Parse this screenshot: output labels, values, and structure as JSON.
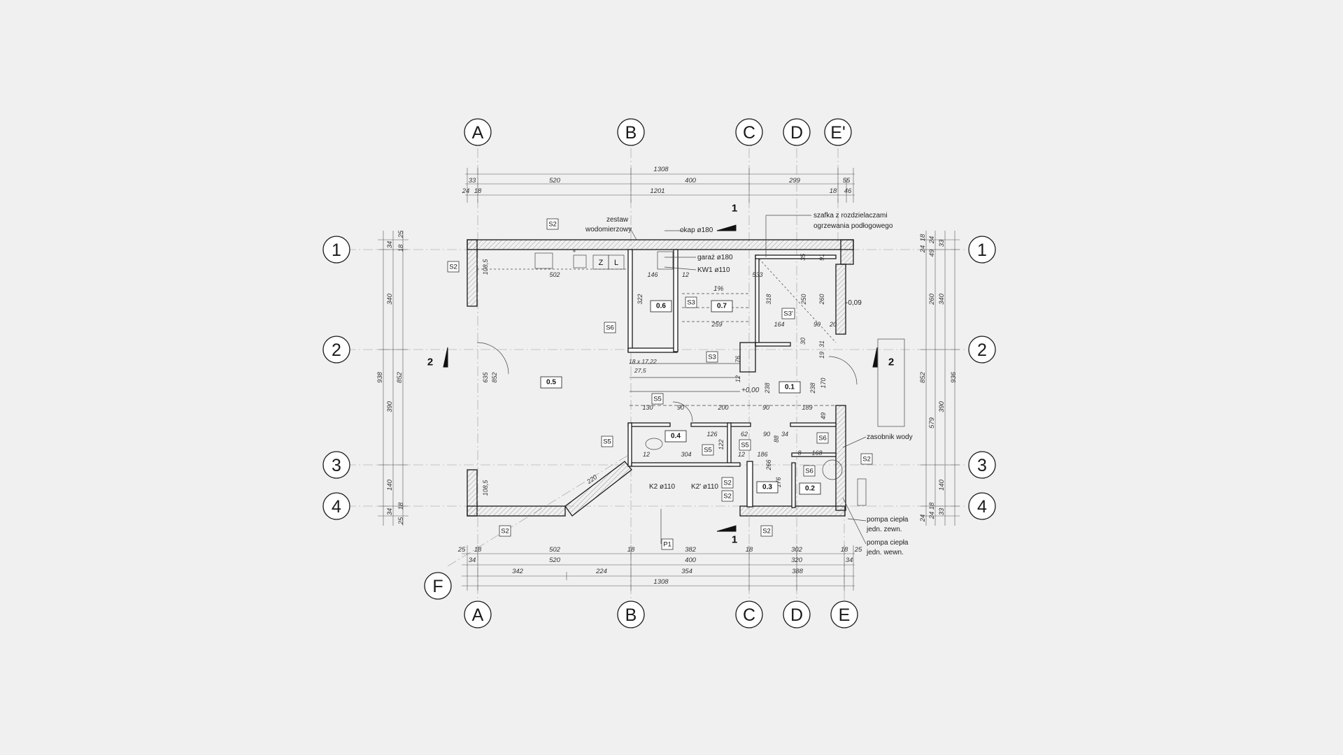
{
  "grid_axes": {
    "top": [
      "A",
      "B",
      "C",
      "D",
      "E'"
    ],
    "bottom": [
      "A",
      "B",
      "C",
      "D",
      "E"
    ],
    "left": [
      "1",
      "2",
      "3",
      "4"
    ],
    "right": [
      "1",
      "2",
      "3",
      "4"
    ],
    "diagonal": "F"
  },
  "dimensions_top": {
    "overall": "1308",
    "row2": [
      "33",
      "520",
      "400",
      "299",
      "55"
    ],
    "row3": [
      "24",
      "18",
      "1201",
      "18",
      "46"
    ]
  },
  "dimensions_bottom": {
    "row1": [
      "25",
      "18",
      "502",
      "18",
      "382",
      "18",
      "302",
      "18",
      "25"
    ],
    "row2": [
      "34",
      "520",
      "400",
      "320",
      "34"
    ],
    "row3": [
      "342",
      "224",
      "354",
      "388"
    ],
    "overall": "1308"
  },
  "dimensions_left": {
    "outer": "938",
    "inner": "852",
    "parts": [
      "25",
      "34",
      "18",
      "340",
      "390",
      "140",
      "18",
      "34",
      "25"
    ]
  },
  "dimensions_right": {
    "outer": "936",
    "inner": "852",
    "parts": [
      "18",
      "24",
      "49",
      "24",
      "33",
      "260",
      "340",
      "579",
      "390",
      "140",
      "18",
      "24",
      "24",
      "33",
      "33"
    ]
  },
  "room_numbers": [
    "0.5",
    "0.6",
    "0.7",
    "0.1",
    "0.4",
    "0.3",
    "0.2"
  ],
  "tags": {
    "S2": "S2",
    "S3": "S3",
    "S3p": "S3'",
    "S5": "S5",
    "S6": "S6",
    "P1": "P1"
  },
  "fixtures": {
    "z": "Z",
    "l": "L"
  },
  "annotations": {
    "zestaw": "zestaw",
    "wodomierzowy": "wodomierzowy",
    "okap": "okap ø180",
    "garaz": "garaż ø180",
    "kw": "KW1 ø110",
    "szafka1": "szafka  z rozdzielaczami",
    "szafka2": "ogrzewania podłogowego",
    "level_out": "-0,09",
    "level_in": "+0,00",
    "slope": "1%",
    "stairs": "18 x 17,22",
    "stairs2": "27,5",
    "zasobnik": "zasobnik wody",
    "k2": "K2 ø110",
    "k2p": "K2' ø110",
    "pompa1a": "pompa ciepła",
    "pompa1b": "jedn. zewn.",
    "pompa2a": "pompa ciepła",
    "pompa2b": "jedn. wewn."
  },
  "section_marks": {
    "s1": "1",
    "s2": "2"
  },
  "inner_dims": {
    "d502": "502",
    "d1085a": "108,5",
    "d1085b": "108,5",
    "d635": "635",
    "d852": "852",
    "d146": "146",
    "d12a": "12",
    "d533": "533",
    "d322": "322",
    "d259": "259",
    "d318": "318",
    "d250": "250",
    "d260": "260",
    "d164": "164",
    "d90a": "90",
    "d20": "20",
    "d76": "76",
    "d12b": "12",
    "d238a": "238",
    "d238b": "238",
    "d170": "170",
    "d130": "130",
    "d90b": "90",
    "d200": "200",
    "d90c": "90",
    "d189": "189",
    "d49": "49",
    "d126": "126",
    "d62": "62",
    "d90d": "90",
    "d34": "34",
    "d122": "122",
    "d12c": "12",
    "d304": "304",
    "d12d": "12",
    "d186": "186",
    "d168": "168",
    "d266": "266",
    "d176": "176",
    "d220": "220",
    "d35": "35",
    "d91": "91",
    "d30": "30",
    "d31": "31",
    "d19": "19",
    "d88": "88",
    "d8": "8"
  },
  "colors": {
    "background": "#f0f0f0",
    "line": "#1a1a1a",
    "thin": "#777777",
    "hatch": "#888888"
  }
}
